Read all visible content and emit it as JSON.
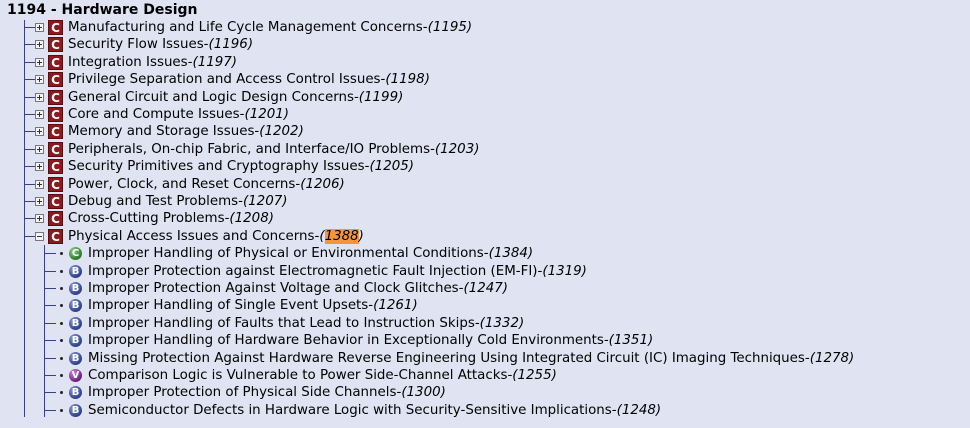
{
  "root": {
    "id": "1194",
    "separator": " - ",
    "title": "Hardware Design"
  },
  "categories": [
    {
      "label": "Manufacturing and Life Cycle Management Concerns",
      "id": "(1195)"
    },
    {
      "label": "Security Flow Issues",
      "id": "(1196)"
    },
    {
      "label": "Integration Issues",
      "id": "(1197)"
    },
    {
      "label": "Privilege Separation and Access Control Issues",
      "id": "(1198)"
    },
    {
      "label": "General Circuit and Logic Design Concerns",
      "id": "(1199)"
    },
    {
      "label": "Core and Compute Issues",
      "id": "(1201)"
    },
    {
      "label": "Memory and Storage Issues",
      "id": "(1202)"
    },
    {
      "label": "Peripherals, On-chip Fabric, and Interface/IO Problems",
      "id": "(1203)"
    },
    {
      "label": "Security Primitives and Cryptography Issues",
      "id": "(1205)"
    },
    {
      "label": "Power, Clock, and Reset Concerns",
      "id": "(1206)"
    },
    {
      "label": "Debug and Test Problems",
      "id": "(1207)"
    },
    {
      "label": "Cross-Cutting Problems",
      "id": "(1208)"
    }
  ],
  "expanded": {
    "label": "Physical Access Issues and Concerns",
    "id_open": "(",
    "id_num": "1388",
    "id_close": ")"
  },
  "children": [
    {
      "icon": "C",
      "label": "Improper Handling of Physical or Environmental Conditions",
      "id": "(1384)"
    },
    {
      "icon": "B",
      "label": "Improper Protection against Electromagnetic Fault Injection (EM-FI)",
      "id": "(1319)"
    },
    {
      "icon": "B",
      "label": "Improper Protection Against Voltage and Clock Glitches",
      "id": "(1247)"
    },
    {
      "icon": "B",
      "label": "Improper Handling of Single Event Upsets",
      "id": "(1261)"
    },
    {
      "icon": "B",
      "label": "Improper Handling of Faults that Lead to Instruction Skips",
      "id": "(1332)"
    },
    {
      "icon": "B",
      "label": "Improper Handling of Hardware Behavior in Exceptionally Cold Environments",
      "id": "(1351)"
    },
    {
      "icon": "B",
      "label": "Missing Protection Against Hardware Reverse Engineering Using Integrated Circuit (IC) Imaging Techniques",
      "id": "(1278)"
    },
    {
      "icon": "V",
      "label": "Comparison Logic is Vulnerable to Power Side-Channel Attacks",
      "id": "(1255)"
    },
    {
      "icon": "B",
      "label": "Improper Protection of Physical Side Channels",
      "id": "(1300)"
    },
    {
      "icon": "B",
      "label": "Semiconductor Defects in Hardware Logic with Security-Sensitive Implications",
      "id": "(1248)"
    }
  ],
  "dash_sep": " - ",
  "colors": {
    "category_icon": "#8b1a1f",
    "highlight": "#f2953c",
    "tree_line": "#3a3f8f"
  }
}
